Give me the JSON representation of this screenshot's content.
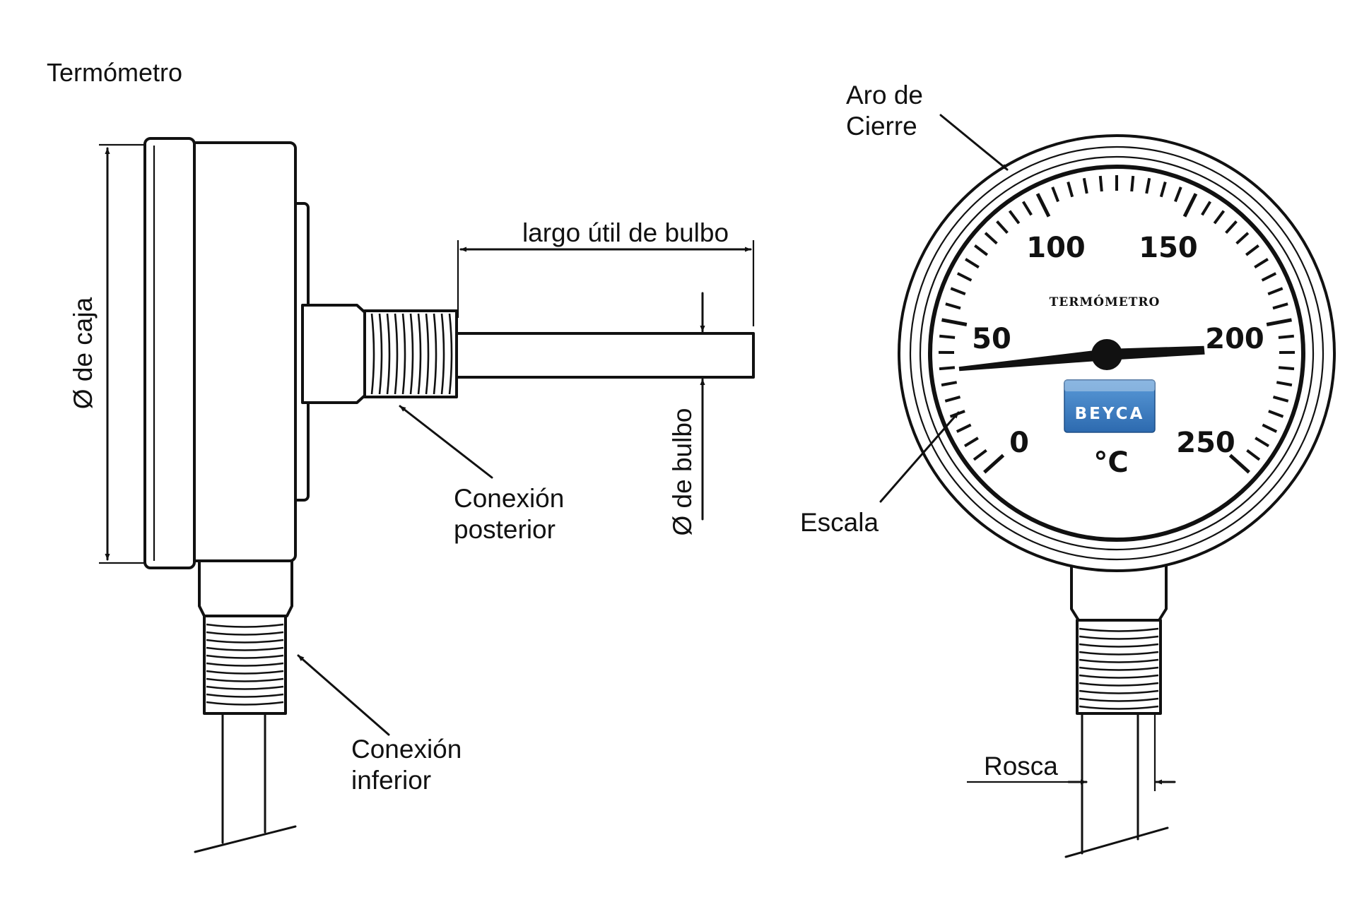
{
  "diagram": {
    "title": "Termómetro",
    "labels": {
      "case_diameter": "Ø de caja",
      "bulb_length": "largo útil de bulbo",
      "bulb_diameter": "Ø de bulbo",
      "rear_connection": [
        "Conexión",
        "posterior"
      ],
      "bottom_connection": [
        "Conexión",
        "inferior"
      ],
      "closing_ring": [
        "Aro de",
        "Cierre"
      ],
      "scale": "Escala",
      "thread": "Rosca"
    },
    "dial": {
      "brand": "TERMÓMETRO",
      "unit": "°C",
      "scale_numbers": [
        "0",
        "50",
        "100",
        "150",
        "200",
        "250"
      ],
      "scale_min": 0,
      "scale_max": 250,
      "pointer_value": 205,
      "logo_text": "BEYCA",
      "logo_color": "#3f7fc4"
    }
  }
}
